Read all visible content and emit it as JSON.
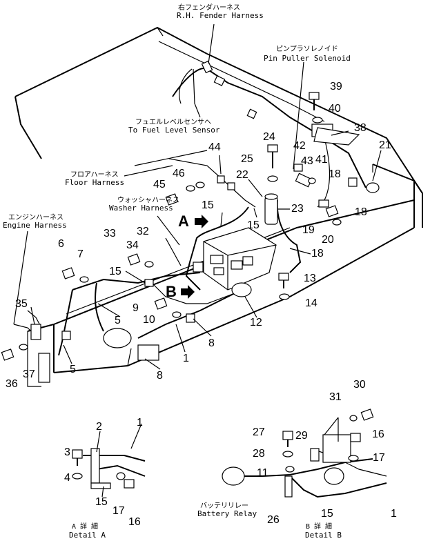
{
  "labels": {
    "rh_fender_jp": "右フェンダハーネス",
    "rh_fender_en": "R.H. Fender Harness",
    "pin_puller_jp": "ピンプラソレノイド",
    "pin_puller_en": "Pin Puller Solenoid",
    "fuel_level_jp": "フュエルレベルセンサヘ",
    "fuel_level_en": "To Fuel Level Sensor",
    "floor_jp": "フロアハーネス",
    "floor_en": "Floor Harness",
    "washer_jp": "ウォッシャハーネス",
    "washer_en": "Washer Harness",
    "engine_jp": "エンジンハーネス",
    "engine_en": "Engine Harness",
    "battery_jp": "バッテリリレー",
    "battery_en": "Battery Relay",
    "detail_a_jp": "A 詳 細",
    "detail_a_en": "Detail A",
    "detail_b_jp": "B 詳 細",
    "detail_b_en": "Detail B",
    "view_a": "A",
    "view_b": "B"
  },
  "callouts": {
    "n39": "39",
    "n40": "40",
    "n38": "38",
    "n24": "24",
    "n42": "42",
    "n43": "43",
    "n41": "41",
    "n21": "21",
    "n44": "44",
    "n25": "25",
    "n22": "22",
    "n18a": "18",
    "n46": "46",
    "n45": "45",
    "n23": "23",
    "n18b": "18",
    "n15a": "15",
    "n15b": "15",
    "n19": "19",
    "n20": "20",
    "n33": "33",
    "n32": "32",
    "n34": "34",
    "n18c": "18",
    "n6": "6",
    "n7": "7",
    "n15c": "15",
    "n13": "13",
    "n14": "14",
    "n35": "35",
    "n9": "9",
    "n10": "10",
    "n5a": "5",
    "n12": "12",
    "n8a": "8",
    "n1a": "1",
    "n5b": "5",
    "n36": "36",
    "n37": "37",
    "n8b": "8",
    "da_1": "1",
    "da_2": "2",
    "da_3": "3",
    "da_4": "4",
    "da_15": "15",
    "da_17": "17",
    "da_16": "16",
    "db_30": "30",
    "db_31": "31",
    "db_27": "27",
    "db_29": "29",
    "db_16": "16",
    "db_28": "28",
    "db_17": "17",
    "db_11": "11",
    "db_26": "26",
    "db_15": "15",
    "db_1": "1"
  }
}
